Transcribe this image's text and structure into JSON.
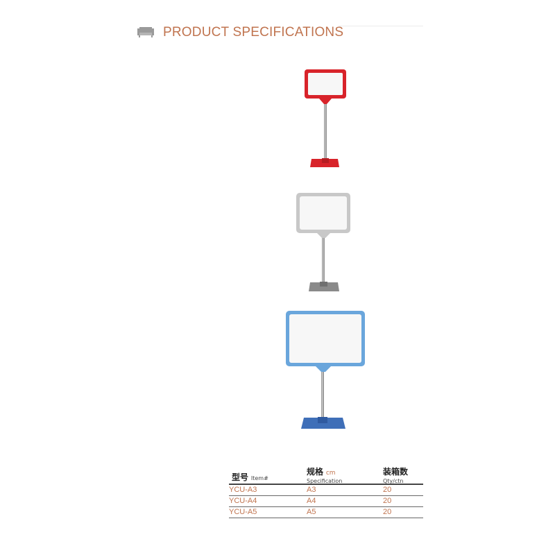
{
  "header": {
    "icon": "sofa-icon",
    "title": "PRODUCT SPECIFICATIONS",
    "title_color": "#c0744f"
  },
  "products": [
    {
      "frame_color": "#d8232a",
      "base_color": "#d8232a"
    },
    {
      "frame_color": "#c8c8c8",
      "base_color": "#8a8a8a"
    },
    {
      "frame_color": "#6aa6dc",
      "base_color": "#3f6fb8"
    }
  ],
  "table": {
    "headers": {
      "item_cn": "型号",
      "item_en": "Item#",
      "spec_cn": "规格",
      "spec_unit": "cm",
      "spec_en": "Specification",
      "qty_cn": "装箱数",
      "qty_en": "Qty/ctn"
    },
    "rows": [
      {
        "item": "YCU-A3",
        "spec": "A3",
        "qty": "20"
      },
      {
        "item": "YCU-A4",
        "spec": "A4",
        "qty": "20"
      },
      {
        "item": "YCU-A5",
        "spec": "A5",
        "qty": "20"
      }
    ]
  }
}
